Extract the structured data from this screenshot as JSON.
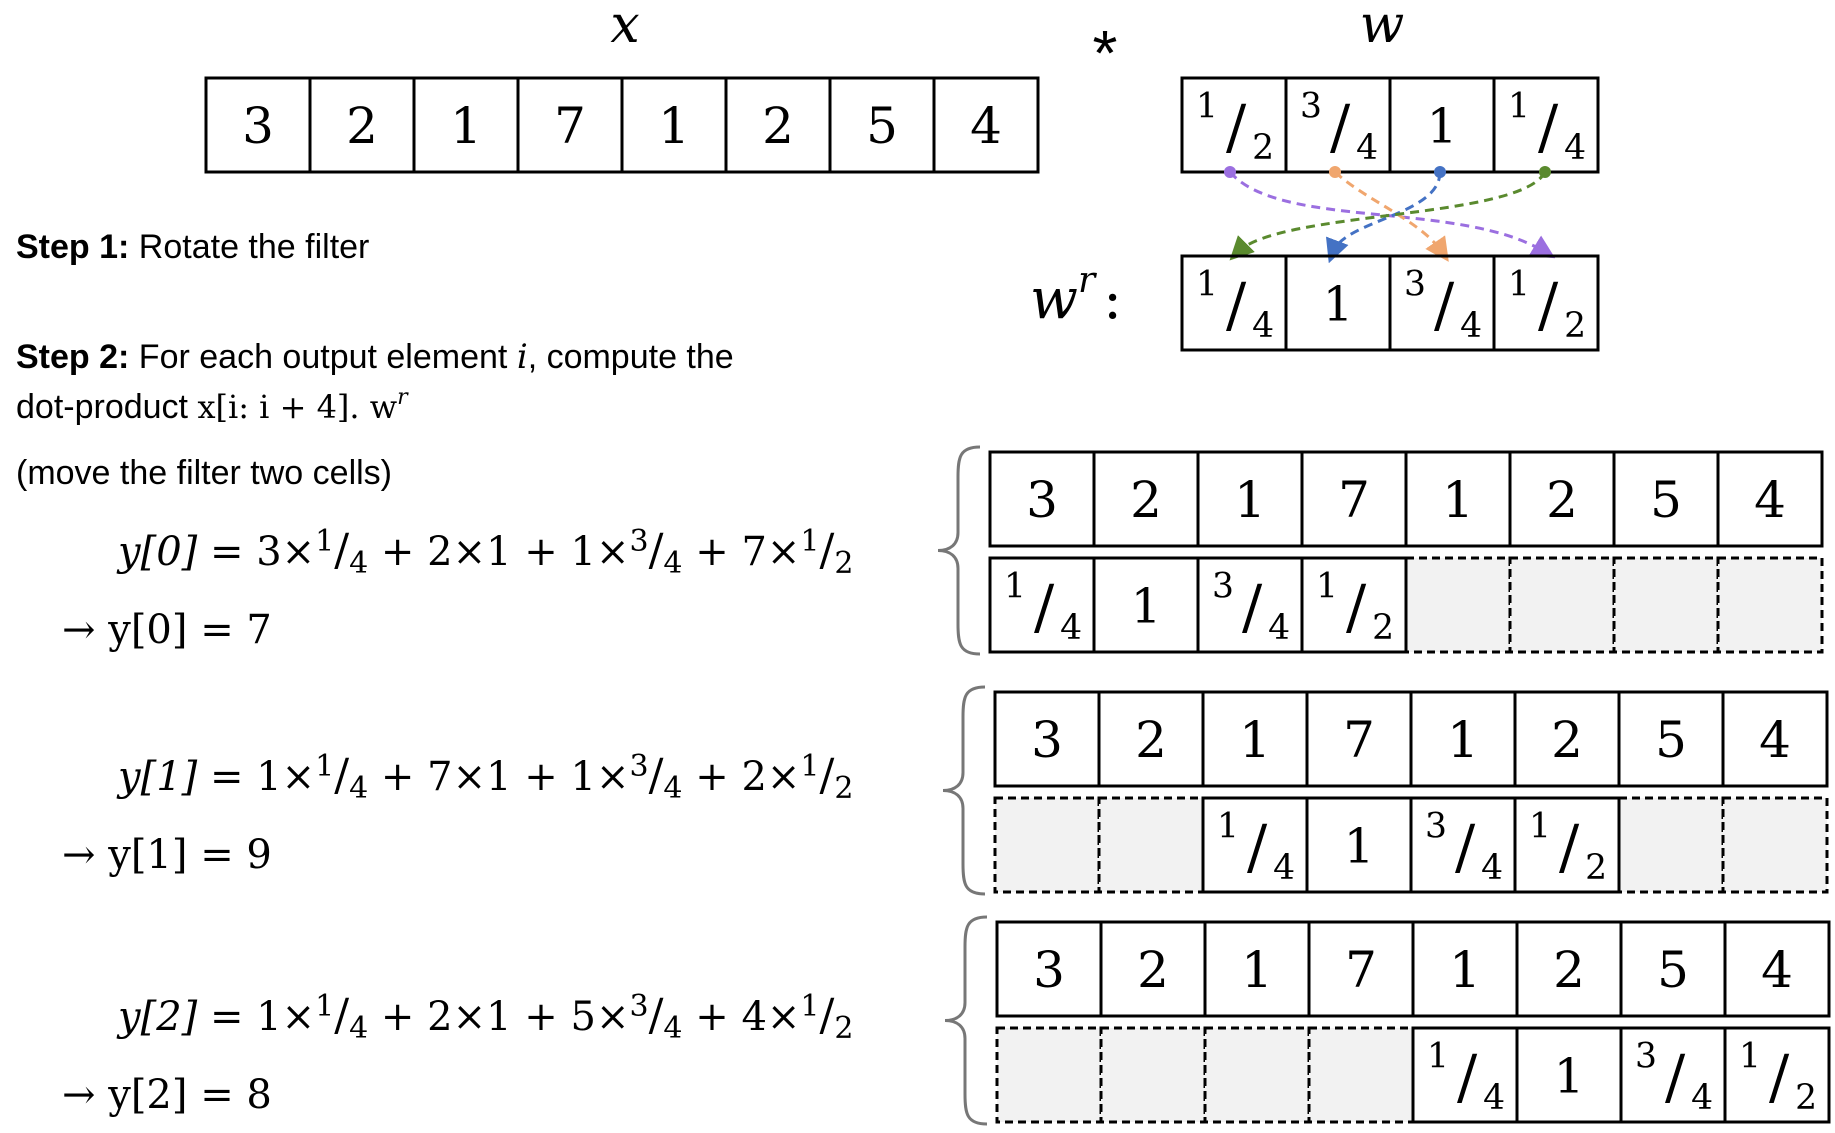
{
  "x_label": "x",
  "conv_symbol": "*",
  "w_label": "w",
  "wr_label": "w",
  "wr_sup": "r",
  "wr_colon": ":",
  "x_values": [
    "3",
    "2",
    "1",
    "7",
    "1",
    "2",
    "5",
    "4"
  ],
  "w_values": [
    {
      "n": "1",
      "d": "2"
    },
    {
      "n": "3",
      "d": "4"
    },
    {
      "n": "1",
      "d": ""
    },
    {
      "n": "1",
      "d": "4"
    }
  ],
  "wr_values": [
    {
      "n": "1",
      "d": "4"
    },
    {
      "n": "1",
      "d": ""
    },
    {
      "n": "3",
      "d": "4"
    },
    {
      "n": "1",
      "d": "2"
    }
  ],
  "rotation_arrow_colors": [
    "#9b6fe0",
    "#f0a66e",
    "#4472c4",
    "#5a8a2e"
  ],
  "step1": {
    "bold": "Step 1:",
    "text": " Rotate the filter"
  },
  "step2": {
    "bold": "Step 2:",
    "text": " For each output element ",
    "var": "i",
    "text2": ", compute the",
    "line2_prefix": "dot-product ",
    "line2_math": "x[i: i + 4]. w",
    "line2_sup": "r"
  },
  "step_note": "(move the filter two cells)",
  "equations": [
    {
      "lhs": "y[0] = ",
      "terms": [
        "3×",
        "2×1 + ",
        "1×",
        "7×"
      ],
      "result": "→ y[0] = 7"
    },
    {
      "lhs": "y[1] = ",
      "terms": [
        "1×",
        "7×1 + ",
        "1×",
        "2×"
      ],
      "result": "→ y[1] = 9"
    },
    {
      "lhs": "y[2] = ",
      "terms": [
        "1×",
        "2×1 + ",
        "5×",
        "4×"
      ],
      "result": "→ y[2] = 8"
    }
  ],
  "filter_offsets": [
    0,
    2,
    4
  ],
  "colors": {
    "stroke": "#000000",
    "empty_fill": "#f2f2f2",
    "brace": "#777777"
  }
}
